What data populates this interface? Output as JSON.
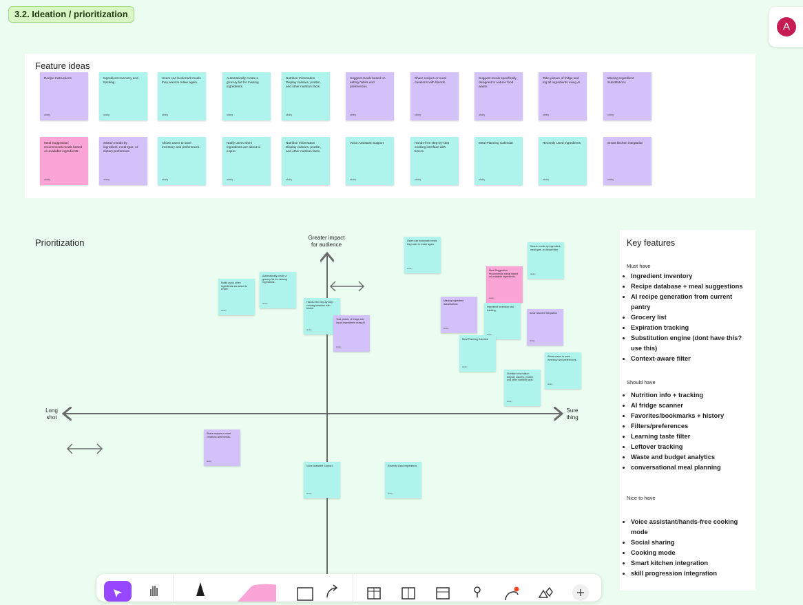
{
  "section_label": "3.2. Ideation / prioritization",
  "avatar_initial": "A",
  "feature_ideas": {
    "title": "Feature ideas",
    "author": "ababy",
    "notes": [
      {
        "text": "Recipe Instructions",
        "color": "purple"
      },
      {
        "text": "Ingredient Inventory and tracking.",
        "color": "teal"
      },
      {
        "text": "Users can bookmark meals they want to make again.",
        "color": "teal"
      },
      {
        "text": "Automatically create a grocery list for missing ingredients.",
        "color": "teal"
      },
      {
        "text": "Nutrition Information Display calories, protein, and other nutrition facts.",
        "color": "teal"
      },
      {
        "text": "Suggest meals based on eating habits and preferences.",
        "color": "purple"
      },
      {
        "text": "Share recipes or meal creations with friends.",
        "color": "purple"
      },
      {
        "text": "Suggest meals specifically designed to reduce food waste.",
        "color": "purple"
      },
      {
        "text": "Take picture of fridge and log all ingredients using AI",
        "color": "purple"
      },
      {
        "text": "Missing Ingredient Substitutions",
        "color": "purple"
      },
      {
        "text": "Meal Suggestion: recommends meals based on available ingredients.",
        "color": "pink"
      },
      {
        "text": "Search meals by ingredient, meal type, or dietary preference.",
        "color": "purple"
      },
      {
        "text": "Allows users to save inventory and preferences.",
        "color": "teal"
      },
      {
        "text": "Notify users when ingredients are about to expire.",
        "color": "teal"
      },
      {
        "text": "Nutrition Information Display calories, protein, and other nutrition facts.",
        "color": "teal"
      },
      {
        "text": "Voice Assistant Support",
        "color": "teal"
      },
      {
        "text": "Hands-free step-by-step cooking interface with timers.",
        "color": "teal"
      },
      {
        "text": "Meal Planning Calendar",
        "color": "teal"
      },
      {
        "text": "Recently Used Ingredients",
        "color": "teal"
      },
      {
        "text": "Smart kitchen integration",
        "color": "purple"
      }
    ]
  },
  "prioritization": {
    "title": "Prioritization",
    "axis_top": "Greater impact for audience",
    "axis_left": "Long shot",
    "axis_right": "Sure thing",
    "author": "ababy",
    "notes": [
      {
        "text": "Users can bookmark meals they want to make again.",
        "color": "teal"
      },
      {
        "text": "Search meals by ingredient, meal type, or dietary filter",
        "color": "teal"
      },
      {
        "text": "Automatically create a grocery list for missing ingredients.",
        "color": "teal"
      },
      {
        "text": "Notify users when ingredients are about to expire.",
        "color": "teal"
      },
      {
        "text": "Meal Suggestion: recommends meals based on available ingredients.",
        "color": "pink"
      },
      {
        "text": "Hands-free step-by-step cooking interface with timers.",
        "color": "teal"
      },
      {
        "text": "Missing Ingredient Substitutions",
        "color": "purple"
      },
      {
        "text": "Ingredient Inventory and tracking.",
        "color": "teal"
      },
      {
        "text": "Take picture of fridge and log all ingredients using AI",
        "color": "purple"
      },
      {
        "text": "Smart kitchen integration",
        "color": "purple"
      },
      {
        "text": "Meal Planning Calendar",
        "color": "teal"
      },
      {
        "text": "Allows users to save inventory and preferences.",
        "color": "teal"
      },
      {
        "text": "Nutrition Information Display calories, protein, and other nutrition facts.",
        "color": "teal"
      },
      {
        "text": "Share recipes or meal creations with friends.",
        "color": "purple"
      },
      {
        "text": "Voice Assistant Support",
        "color": "teal"
      },
      {
        "text": "Recently Used Ingredients",
        "color": "teal"
      }
    ]
  },
  "key_features": {
    "title": "Key features",
    "must_have_label": "Must have",
    "must_have": [
      "Ingredient inventory",
      "Recipe database + meal suggestions",
      "AI recipe generation from current pantry",
      "Grocery list",
      "Expiration tracking",
      "Substitution engine (dont have this? use this)",
      "Context-aware filter"
    ],
    "should_have_label": "Should have",
    "should_have": [
      "Nutrition info + tracking",
      "AI fridge scanner",
      "Favorites/bookmarks + history",
      "Filters/preferences",
      "Learning taste filter",
      "Leftover tracking",
      "Waste and budget analytics",
      "conversational meal planning"
    ],
    "nice_label": "Nice to have",
    "nice_to_have": [
      "Voice assistant/hands-free cooking mode",
      "Social sharing",
      "Cooking mode",
      "Smart kitchen integration",
      "skill progression integration"
    ]
  },
  "toolbar": {
    "tools": [
      "move-icon",
      "hand-icon",
      "marker-icon",
      "highlighter-icon",
      "shape-icon",
      "connector-icon",
      "table-icon",
      "section-icon",
      "card-icon",
      "stamp-icon",
      "emote-icon",
      "widgets-icon",
      "more-icon"
    ],
    "accent": "#9747ff"
  },
  "colors": {
    "teal": "#aff4ec",
    "purple": "#d3c1fa",
    "pink": "#fba4d6",
    "board_bg": "#ebfdf0"
  }
}
